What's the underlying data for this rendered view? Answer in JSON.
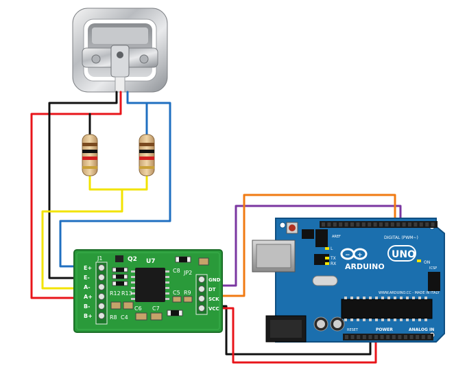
{
  "load_cell": {
    "label": ""
  },
  "hx711": {
    "chip_label": "U7",
    "transistor_label": "Q2",
    "left_pins": [
      "E+",
      "E-",
      "A-",
      "A+",
      "B-",
      "B+"
    ],
    "right_pins": [
      "GND",
      "DT",
      "SCK",
      "VCC"
    ],
    "components": {
      "j1": "J1",
      "jp2": "JP2",
      "r12": "R12",
      "r13": "R13",
      "r8": "R8",
      "c4": "C4",
      "c5": "C5",
      "r9": "R9",
      "c6": "C6",
      "c7": "C7",
      "c8": "C8"
    }
  },
  "arduino": {
    "brand": "ARDUINO",
    "model": "UNO",
    "digital_label": "DIGITAL (PWM~)",
    "power_label": "POWER",
    "analog_label": "ANALOG IN",
    "website": "WWW.ARDUINO.CC - MADE IN ITALY",
    "on_label": "ON",
    "tx_label": "TX",
    "rx_label": "RX",
    "l_label": "L",
    "icsp_label": "ICSP",
    "aref_label": "AREF",
    "reset_label": "RESET"
  },
  "colors": {
    "red": "#e8141a",
    "black": "#111111",
    "blue": "#1f6fc0",
    "yellow": "#f2e300",
    "orange": "#f07a12",
    "purple": "#7a36a0",
    "pcb_green": "#2a9a3a",
    "arduino_blue": "#1b6fae"
  }
}
